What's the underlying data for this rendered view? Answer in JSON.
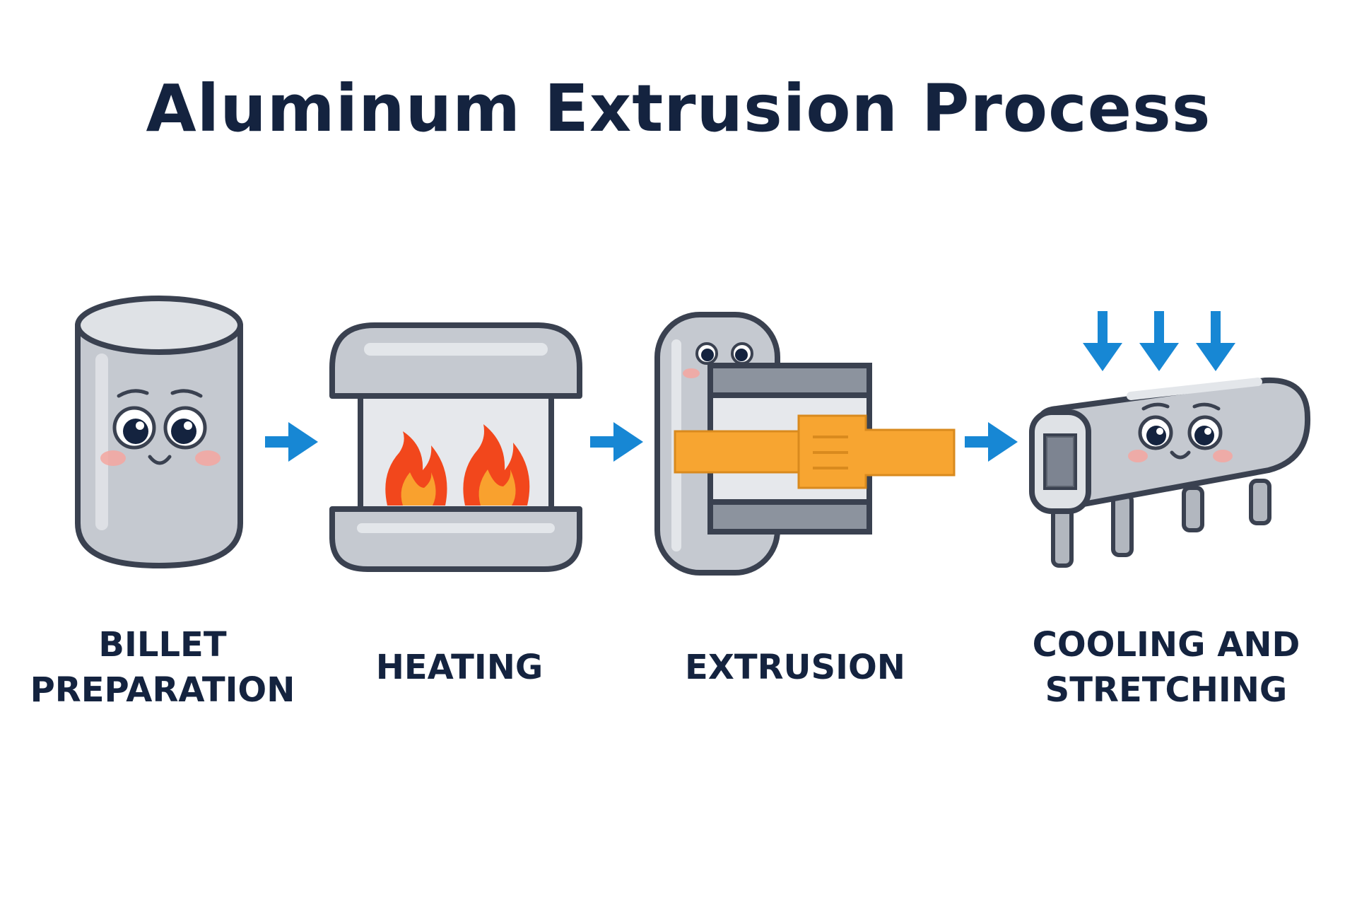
{
  "title": "Aluminum Extrusion Process",
  "colors": {
    "text": "#14233f",
    "metal": "#c5c9d0",
    "metal_light": "#e3e6ea",
    "outline": "#3a4150",
    "arrow": "#1787d4",
    "flame_outer": "#f2471c",
    "flame_inner": "#f9a12e",
    "extrudate": "#f7a531",
    "cheek": "#f4a6a0"
  },
  "steps": [
    {
      "name": "billet",
      "label_lines": [
        "BILLET",
        "PREPARATION"
      ],
      "icon": "billet-character-icon"
    },
    {
      "name": "heating",
      "label_lines": [
        "HEATING"
      ],
      "icon": "furnace-flame-icon"
    },
    {
      "name": "extrusion",
      "label_lines": [
        "EXTRUSION"
      ],
      "icon": "extrusion-press-icon"
    },
    {
      "name": "cooling",
      "label_lines": [
        "COOLING AND",
        "STRETCHING"
      ],
      "icon": "cooling-profile-icon"
    }
  ],
  "connectors": [
    "right-arrow-icon",
    "right-arrow-icon",
    "right-arrow-icon"
  ]
}
